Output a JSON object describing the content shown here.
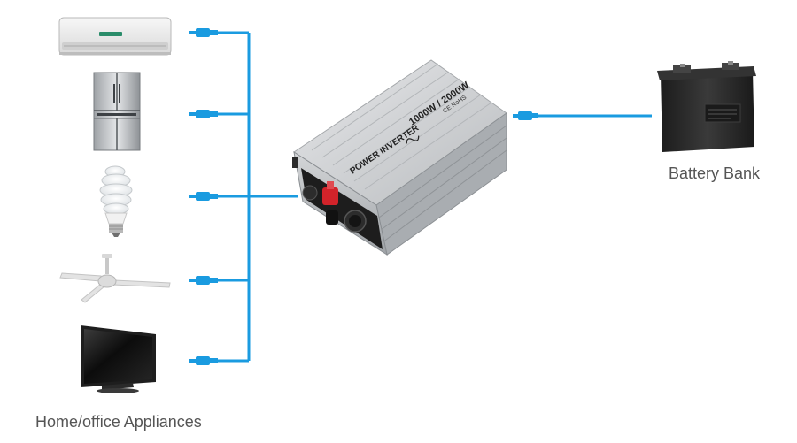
{
  "labels": {
    "battery": "Battery Bank",
    "appliances": "Home/office Appliances"
  },
  "inverter": {
    "title": "POWER INVERTER",
    "rating": "1000W / 2000W",
    "marks": "CE RoHS"
  },
  "appliances": [
    "air-conditioner",
    "refrigerator",
    "light-bulb",
    "ceiling-fan",
    "television"
  ],
  "colors": {
    "wire": "#1a9be0",
    "inverter_body": "#c9cbcd",
    "battery_body": "#2b2b2b",
    "terminal_red": "#d2232a"
  }
}
